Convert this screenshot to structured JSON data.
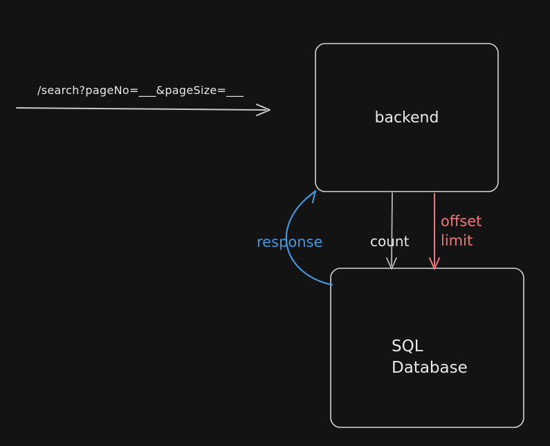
{
  "colors": {
    "background": "#131313",
    "shape_stroke": "#d6d8db",
    "text": "#e8e9ea",
    "request_arrow": "#c9cbce",
    "count_arrow": "#b4b6b9",
    "red": "#f0767d",
    "blue": "#4597dd"
  },
  "request_edge": {
    "label": "/search?pageNo=___&pageSize=___"
  },
  "nodes": {
    "backend": {
      "label": "backend"
    },
    "database": {
      "label": "SQL\nDatabase"
    }
  },
  "edges": {
    "count": {
      "label": "count"
    },
    "offset_limit": {
      "label": "offset\nlimit"
    },
    "response": {
      "label": "response"
    }
  }
}
